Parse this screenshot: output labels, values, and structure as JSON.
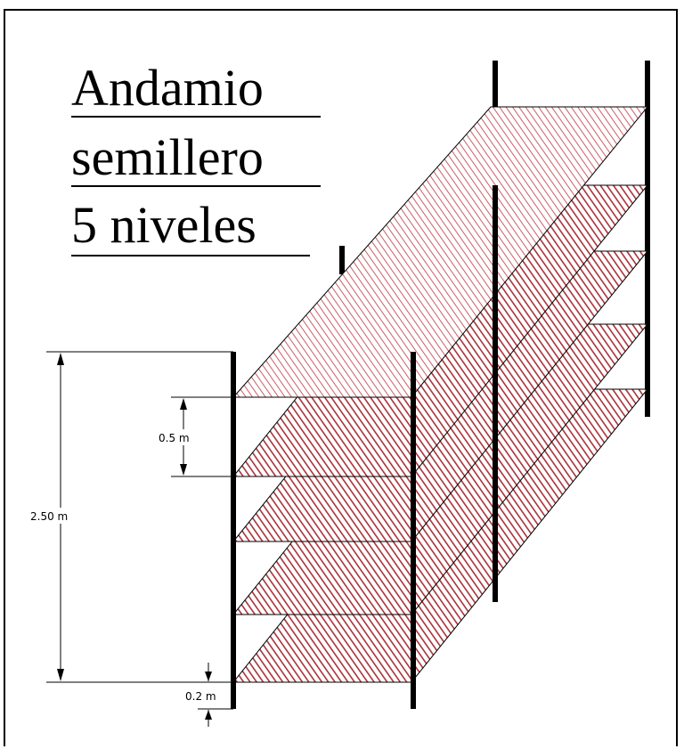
{
  "title": {
    "line1": "Andamio",
    "line2": "semillero",
    "line3": "5 niveles"
  },
  "dimensions": {
    "total_height": "2.50 m",
    "level_spacing": "0.5 m",
    "base_clearance": "0.2 m"
  },
  "colors": {
    "hatch": "#a8323a",
    "top_hatch": "#c44d55",
    "post": "#000000"
  },
  "levels_count": 5
}
